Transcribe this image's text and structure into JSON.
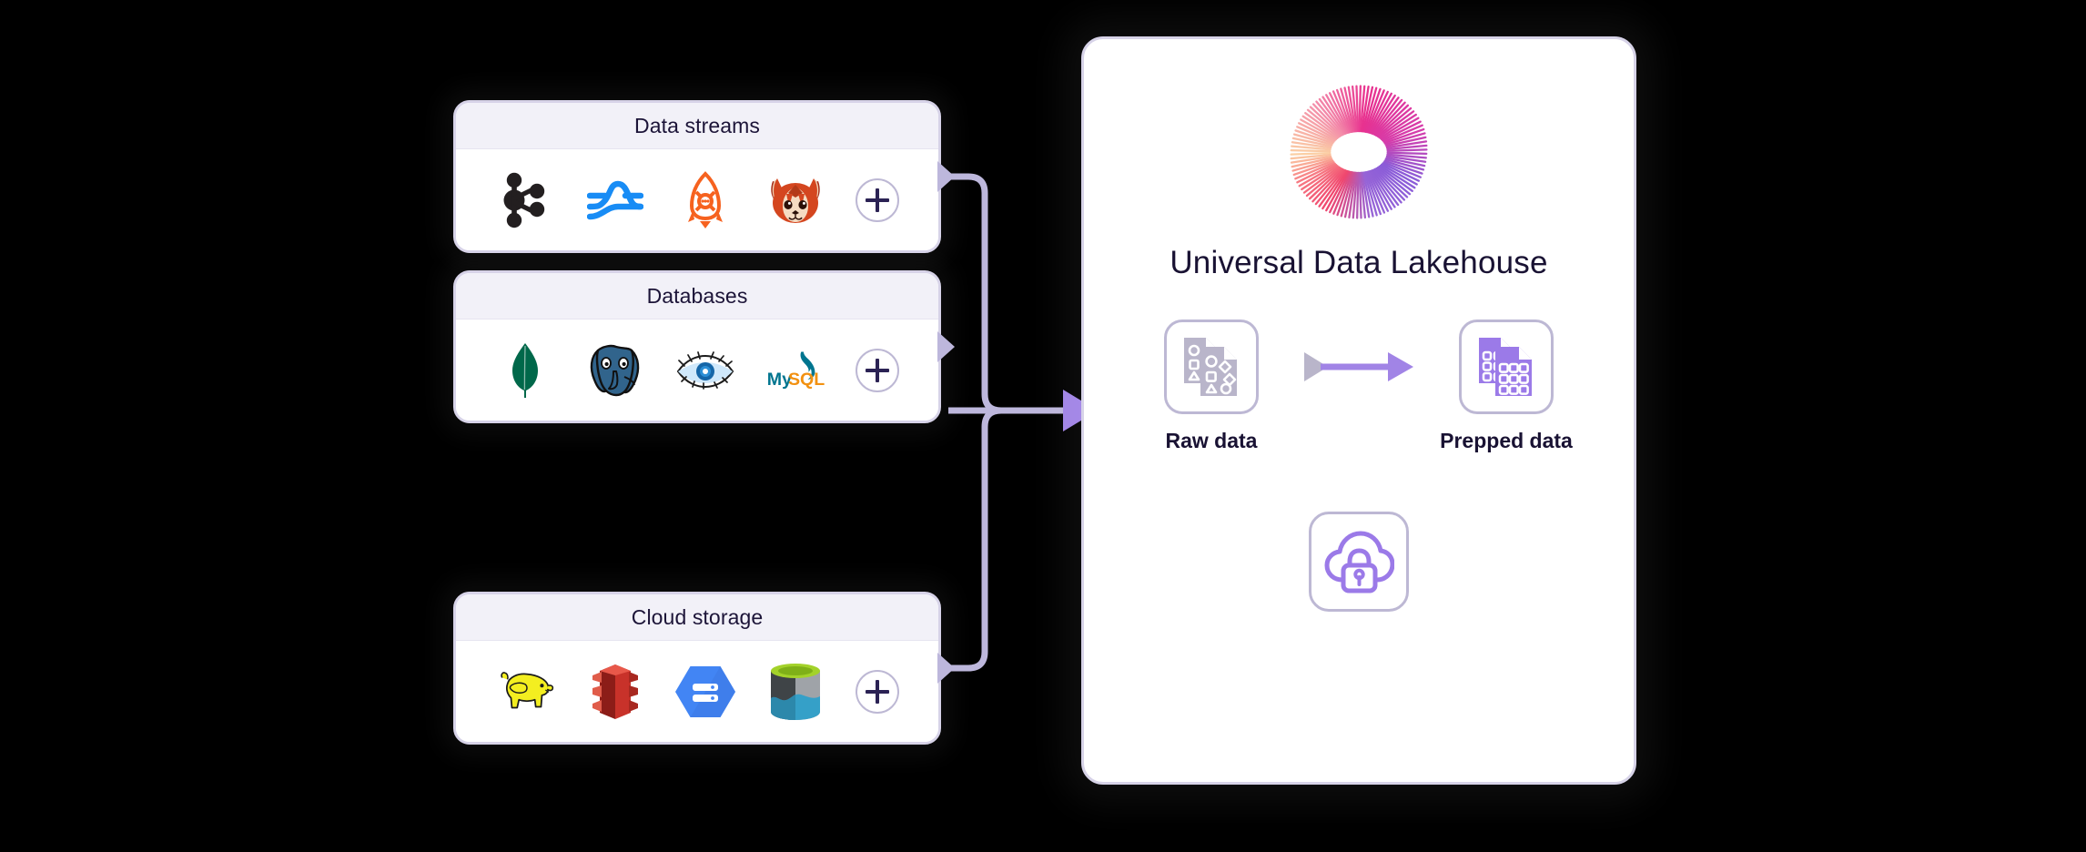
{
  "theme": {
    "background": "#000000",
    "card_bg": "#ffffff",
    "card_header_bg": "#f2f1f8",
    "card_border": "#d7d3e8",
    "text_dark": "#191233",
    "connector_line": "#bdb7dc",
    "arrow_purple": "#a184e6",
    "accent_purple": "#9b7ae8",
    "raw_data_gray": "#b9b5ca",
    "plus_icon": "#2b2254",
    "plus_ring": "#bdb8d4"
  },
  "sources": {
    "cards": [
      {
        "id": "data-streams",
        "title": "Data streams",
        "add_label": "+",
        "logos": [
          {
            "name": "apache-kafka-icon",
            "label": "Apache Kafka",
            "color": "#231f20"
          },
          {
            "name": "apache-pulsar-icon",
            "label": "Apache Pulsar",
            "color": "#188cf5"
          },
          {
            "name": "apache-pinot-icon",
            "label": "Apache Pinot",
            "color": "#f6621f"
          },
          {
            "name": "redpanda-icon",
            "label": "Redpanda",
            "color": "#d4461f"
          }
        ]
      },
      {
        "id": "databases",
        "title": "Databases",
        "add_label": "+",
        "logos": [
          {
            "name": "mongodb-icon",
            "label": "MongoDB",
            "color": "#00684a"
          },
          {
            "name": "postgresql-icon",
            "label": "PostgreSQL",
            "color": "#31648c"
          },
          {
            "name": "mariadb-icon",
            "label": "MariaDB",
            "color": "#1f1f1f"
          },
          {
            "name": "mysql-icon",
            "label": "MySQL",
            "color": "#00758f"
          }
        ]
      },
      {
        "id": "cloud-storage",
        "title": "Cloud storage",
        "add_label": "+",
        "logos": [
          {
            "name": "apache-hadoop-icon",
            "label": "Apache Hadoop",
            "color": "#f3ee20"
          },
          {
            "name": "amazon-s3-icon",
            "label": "Amazon S3",
            "color": "#c8322a"
          },
          {
            "name": "google-cloud-storage-icon",
            "label": "Google Cloud Storage",
            "color": "#4285f4"
          },
          {
            "name": "azure-blob-storage-icon",
            "label": "Azure Blob Storage",
            "color": "#35a0c8"
          }
        ]
      }
    ]
  },
  "lakehouse": {
    "logo_name": "onehouse-radial-logo",
    "title": "Universal Data Lakehouse",
    "flow": {
      "arrow_name": "flow-arrow-icon",
      "nodes": [
        {
          "id": "raw-data",
          "label": "Raw data",
          "icon": "raw-data-files-icon"
        },
        {
          "id": "prepped-data",
          "label": "Prepped data",
          "icon": "prepped-data-tables-icon"
        }
      ]
    },
    "secure": {
      "id": "secure-cloud",
      "icon": "cloud-lock-icon"
    }
  }
}
